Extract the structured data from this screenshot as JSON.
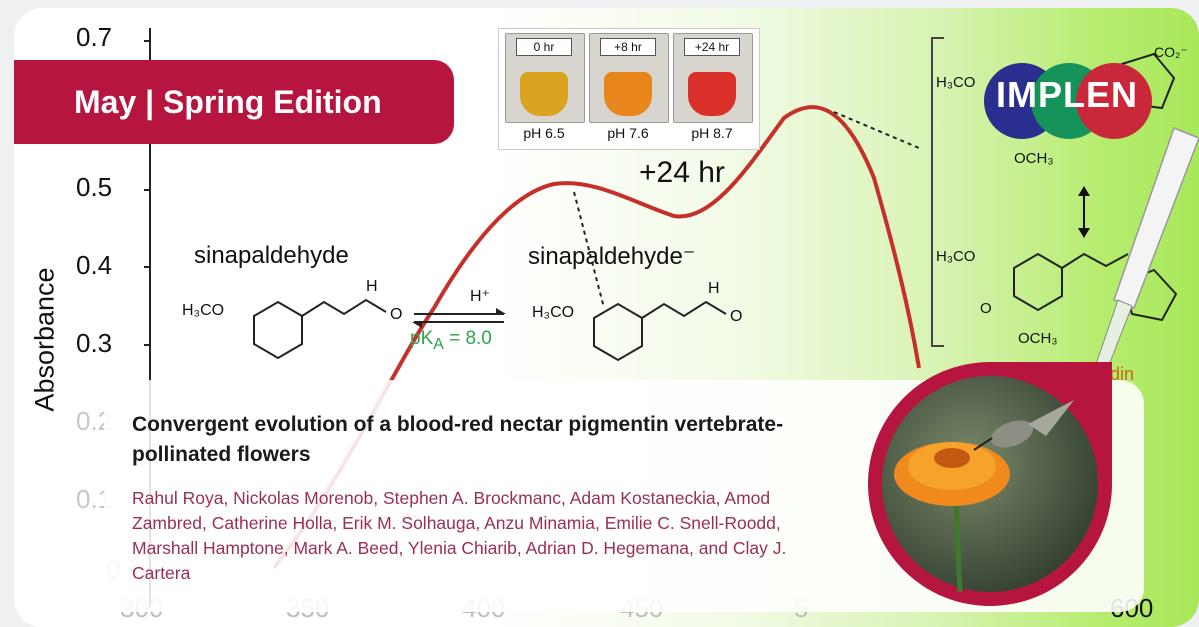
{
  "banner": {
    "text": "May | Spring Edition"
  },
  "chart": {
    "ylabel": "Absorbance",
    "yticks": [
      "0.7",
      "0.5",
      "0.4",
      "0.3",
      "0.2",
      "0.1",
      "0"
    ],
    "xticks": [
      "300",
      "350",
      "400",
      "450",
      "5",
      "600"
    ],
    "curve_label": "+24 hr"
  },
  "vials": [
    {
      "label": "0 hr",
      "ph": "pH 6.5",
      "color": "#d9a21f"
    },
    {
      "label": "+8 hr",
      "ph": "pH 7.6",
      "color": "#e8861c"
    },
    {
      "label": "+24 hr",
      "ph": "pH 8.7",
      "color": "#d9302a"
    }
  ],
  "scheme": {
    "mol_left": "sinapaldehyde",
    "mol_right": "sinapaldehyde⁻",
    "h_plus": "H⁺",
    "pka": "pK",
    "pka_sub": "A",
    "pka_val": " = 8.0",
    "h3co": "H₃CO",
    "h": "H",
    "o": "O",
    "och3": "OCH₃",
    "co2": "CO₂⁻",
    "frag_din": "din"
  },
  "logo": {
    "text": "IMPLEN"
  },
  "publication": {
    "title": "Convergent evolution of a blood-red nectar pigmentin vertebrate-pollinated flowers",
    "authors": "Rahul Roya, Nickolas Morenob, Stephen A. Brockmanc, Adam Kostaneckia, Amod Zambred, Catherine Holla, Erik M. Solhauga, Anzu Minamia, Emilie C. Snell-Roodd, Marshall Hamptone, Mark A. Beed, Ylenia Chiarib, Adrian D. Hegemana, and Clay J. Cartera"
  },
  "colors": {
    "brand": "#b5153f",
    "curve": "#c6302b",
    "pka": "#2aa64a"
  }
}
